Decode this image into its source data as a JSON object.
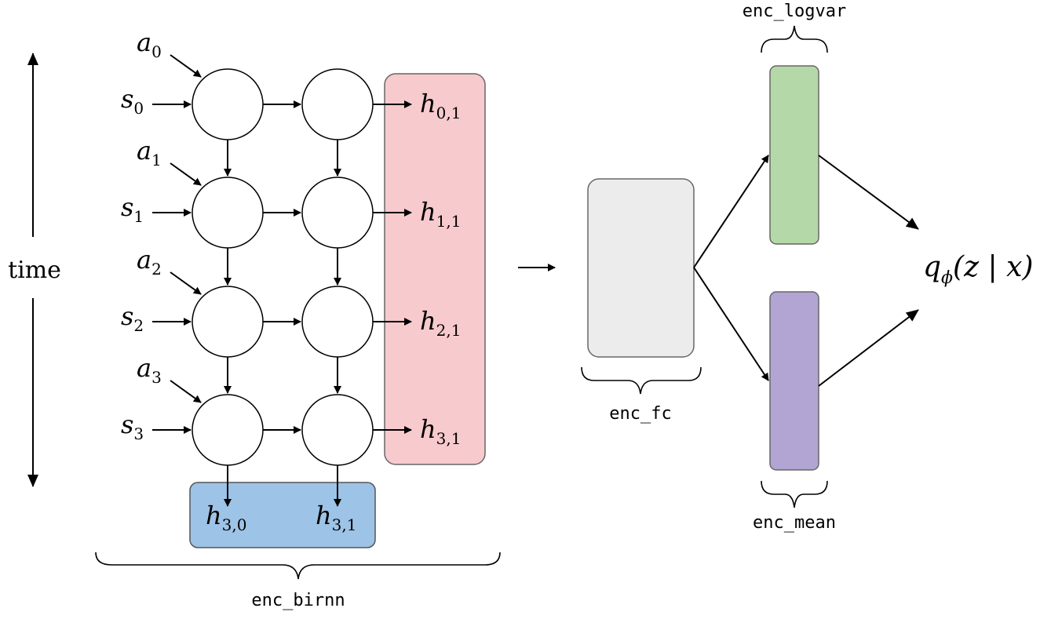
{
  "time_label": "time",
  "colors": {
    "hidden_state_panel": "#f7cacd",
    "final_state_panel": "#9dc3e6",
    "enc_fc_block": "#ececec",
    "enc_logvar_block": "#b5d8a9",
    "enc_mean_block": "#b2a5d3"
  },
  "rows": [
    {
      "a": "a",
      "a_sub": "0",
      "s": "s",
      "s_sub": "0",
      "h": "h",
      "h_sub": "0,1"
    },
    {
      "a": "a",
      "a_sub": "1",
      "s": "s",
      "s_sub": "1",
      "h": "h",
      "h_sub": "1,1"
    },
    {
      "a": "a",
      "a_sub": "2",
      "s": "s",
      "s_sub": "2",
      "h": "h",
      "h_sub": "2,1"
    },
    {
      "a": "a",
      "a_sub": "3",
      "s": "s",
      "s_sub": "3",
      "h": "h",
      "h_sub": "3,1"
    }
  ],
  "final_states": [
    {
      "h": "h",
      "sub": "3,0"
    },
    {
      "h": "h",
      "sub": "3,1"
    }
  ],
  "labels": {
    "enc_birnn": "enc_birnn",
    "enc_fc": "enc_fc",
    "enc_logvar": "enc_logvar",
    "enc_mean": "enc_mean"
  },
  "output": {
    "q": "q",
    "q_sub": "ϕ",
    "args": "(z | x)"
  }
}
